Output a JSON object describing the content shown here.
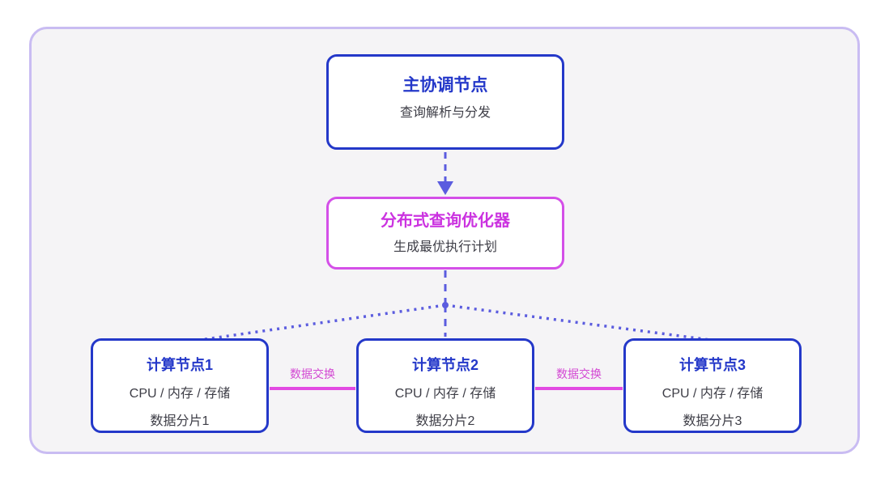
{
  "colors": {
    "container_border": "#c9bcf2",
    "container_bg": "#f5f4f6",
    "box_bg": "#ffffff",
    "blue": "#2438c9",
    "indigo_connector": "#5b5cdf",
    "magenta": "#cb32e0",
    "magenta_border": "#d44fe8",
    "pink_line": "#e24ae2",
    "pink_label": "#d348d3",
    "text_gray": "#3d3d46"
  },
  "diagram": {
    "coordinator": {
      "title": "主协调节点",
      "subtitle": "查询解析与分发"
    },
    "optimizer": {
      "title": "分布式查询优化器",
      "subtitle": "生成最优执行计划"
    },
    "compute_nodes": [
      {
        "title": "计算节点1",
        "specs": "CPU / 内存 / 存储",
        "shard": "数据分片1"
      },
      {
        "title": "计算节点2",
        "specs": "CPU / 内存 / 存储",
        "shard": "数据分片2"
      },
      {
        "title": "计算节点3",
        "specs": "CPU / 内存 / 存储",
        "shard": "数据分片3"
      }
    ],
    "exchange_labels": [
      "数据交换",
      "数据交换"
    ]
  }
}
